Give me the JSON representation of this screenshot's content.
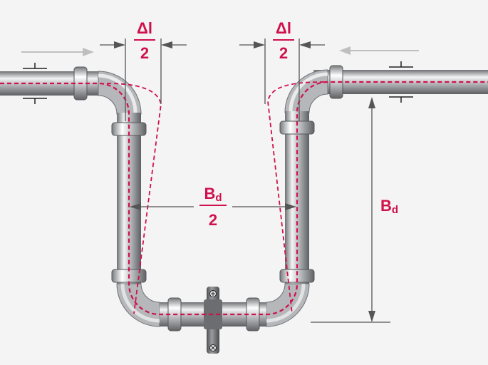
{
  "labels": {
    "delta_l": "Δl",
    "two": "2",
    "bd": "B",
    "bd_sub": "d"
  },
  "colors": {
    "background": "#f4f4f4",
    "accent": "#d0104c",
    "dimension_line": "#555555",
    "flow_arrow": "#bfbfbf",
    "pipe_dark": "#6e7073",
    "pipe_mid": "#b9bbbe",
    "pipe_light": "#f2f3f4"
  },
  "icons": {
    "top_bolt": "plus-in-circle-icon",
    "bottom_bolt": "cross-in-circle-icon"
  }
}
